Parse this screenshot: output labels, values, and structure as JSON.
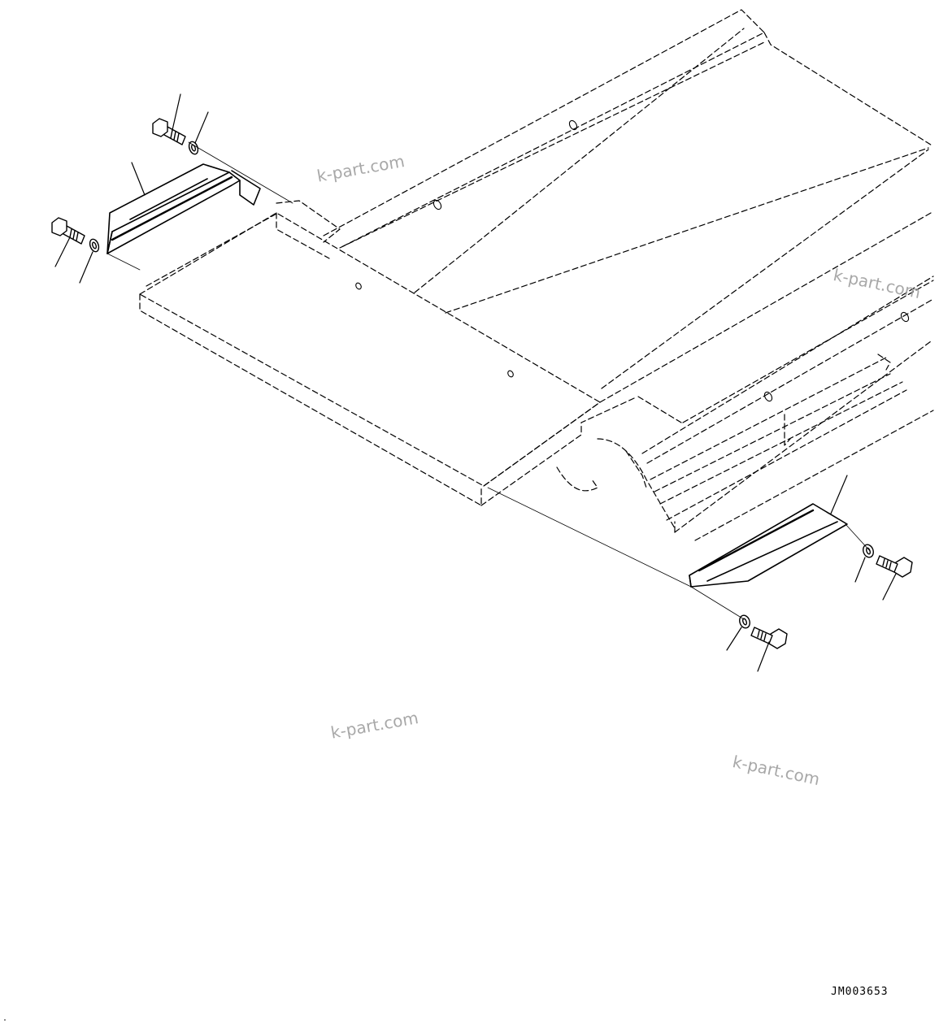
{
  "diagram": {
    "code": "JM003653",
    "watermark": "k-part.com",
    "parts": [
      {
        "name": "left-bolt-upper"
      },
      {
        "name": "left-washer-upper"
      },
      {
        "name": "left-bracket"
      },
      {
        "name": "left-bolt-lower"
      },
      {
        "name": "left-washer-lower"
      },
      {
        "name": "right-bracket"
      },
      {
        "name": "right-washer-upper"
      },
      {
        "name": "right-bolt-upper"
      },
      {
        "name": "right-washer-lower"
      },
      {
        "name": "right-bolt-lower"
      }
    ]
  }
}
